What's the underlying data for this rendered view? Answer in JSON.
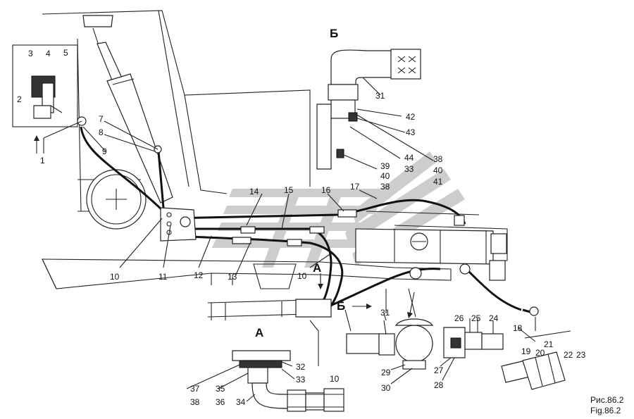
{
  "view_labels": {
    "b_top": "Б",
    "a_main": "A",
    "b_main": "Б",
    "a_detail": "A"
  },
  "callouts": {
    "n1": "1",
    "n2": "2",
    "n3": "3",
    "n4": "4",
    "n5": "5",
    "n7": "7",
    "n8": "8",
    "n9": "9",
    "n10a": "10",
    "n10b": "10",
    "n10c": "10",
    "n11": "11",
    "n12": "12",
    "n13": "13",
    "n14": "14",
    "n15": "15",
    "n16": "16",
    "n17": "17",
    "n18": "18",
    "n19": "19",
    "n20": "20",
    "n21": "21",
    "n22": "22",
    "n23": "23",
    "n24": "24",
    "n25": "25",
    "n26": "26",
    "n27": "27",
    "n28": "28",
    "n29": "29",
    "n30": "30",
    "n31a": "31",
    "n31b": "31",
    "n32": "32",
    "n33a": "33",
    "n33b": "33",
    "n34": "34",
    "n35": "35",
    "n36": "36",
    "n37": "37",
    "n38a": "38",
    "n38b": "38",
    "n38c": "38",
    "n39": "39",
    "n40a": "40",
    "n40b": "40",
    "n41": "41",
    "n42": "42",
    "n43": "43",
    "n44": "44"
  },
  "caption": {
    "ru": "Рис.86.2",
    "en": "Fig.86.2"
  },
  "colors": {
    "ink": "#222222",
    "watermark": "#bcbcbc"
  }
}
